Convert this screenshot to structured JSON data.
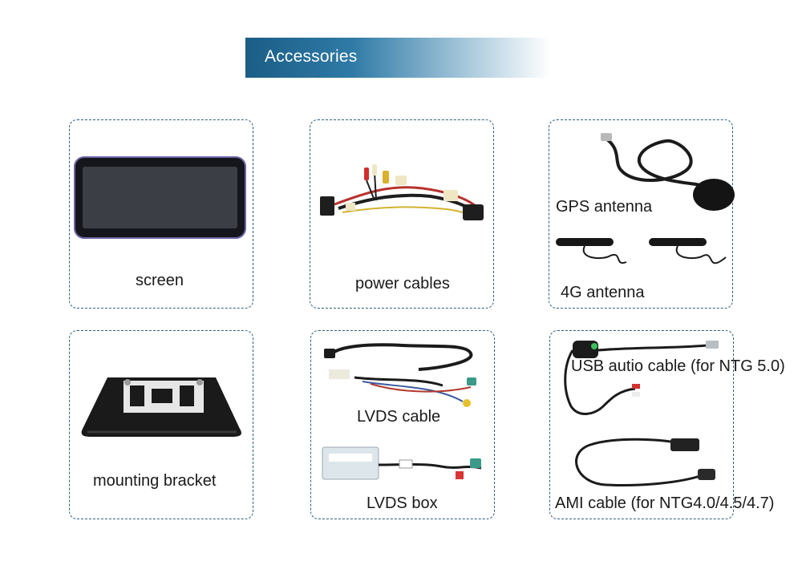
{
  "header": {
    "title": "Accessories"
  },
  "items": {
    "screen": "screen",
    "power_cables": "power cables",
    "gps_antenna": "GPS antenna",
    "antenna_4g": "4G antenna",
    "mounting_bracket": "mounting bracket",
    "lvds_cable": "LVDS cable",
    "lvds_box": "LVDS box",
    "usb_audio_cable": "USB autio cable (for NTG 5.0)",
    "ami_cable": "AMI cable (for NTG4.0/4.5/4.7)"
  },
  "colors": {
    "banner": "#1b5d86",
    "border": "#2d5f7b"
  }
}
